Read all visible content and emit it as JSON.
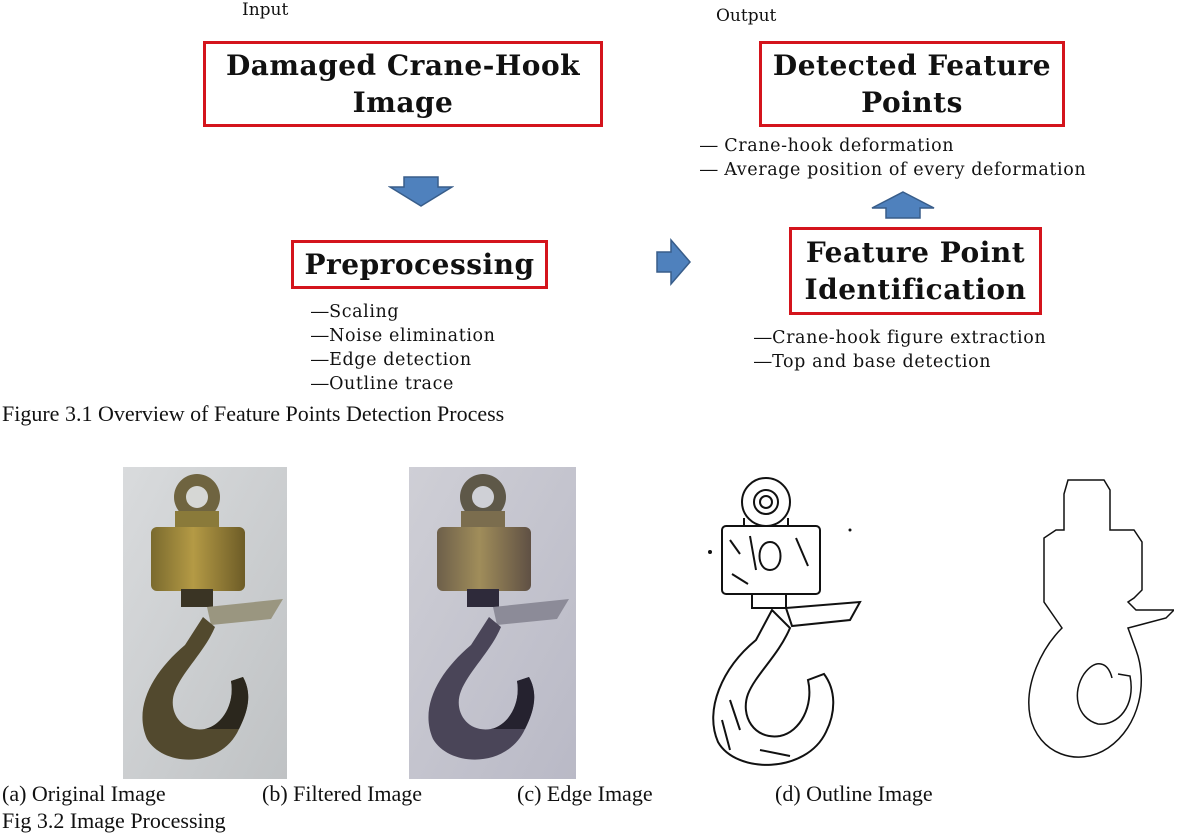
{
  "flow": {
    "input_label": "Input",
    "output_label": "Output",
    "input_box": {
      "line1": "Damaged Crane-Hook",
      "line2": "Image"
    },
    "output_box": {
      "line1": "Detected Feature",
      "line2": "Points"
    },
    "preprocessing_box": {
      "line1": "Preprocessing"
    },
    "identification_box": {
      "line1": "Feature Point",
      "line2": "Identification"
    },
    "output_items": [
      "― Crane-hook deformation",
      "― Average position of every deformation"
    ],
    "preprocessing_items": [
      "―Scaling",
      "―Noise elimination",
      "―Edge detection",
      "―Outline trace"
    ],
    "identification_items": [
      "―Crane-hook figure extraction",
      "―Top and base detection"
    ],
    "figure1_caption": "Figure 3.1 Overview of Feature Points Detection Process"
  },
  "images": {
    "captions": [
      "(a) Original Image",
      "(b) Filtered Image",
      "(c) Edge Image",
      "(d) Outline Image"
    ],
    "figure2_caption": "Fig 3.2 Image Processing"
  },
  "colors": {
    "box_border": "#d4141c",
    "arrow_fill": "#4f81bd",
    "arrow_stroke": "#385d8a"
  }
}
